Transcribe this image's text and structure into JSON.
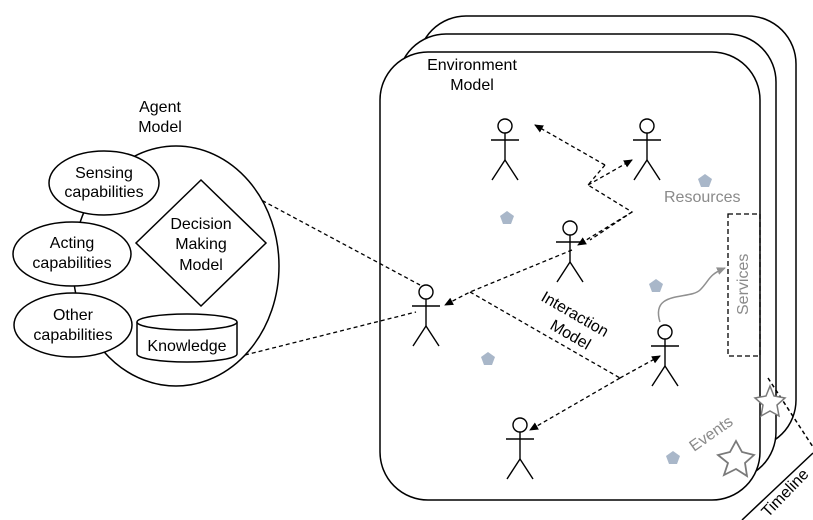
{
  "agent_model": {
    "title_line1": "Agent",
    "title_line2": "Model",
    "sensing_line1": "Sensing",
    "sensing_line2": "capabilities",
    "acting_line1": "Acting",
    "acting_line2": "capabilities",
    "other_line1": "Other",
    "other_line2": "capabilities",
    "decision_line1": "Decision",
    "decision_line2": "Making",
    "decision_line3": "Model",
    "knowledge": "Knowledge"
  },
  "environment_model": {
    "title_line1": "Environment",
    "title_line2": "Model",
    "resources": "Resources",
    "services": "Services",
    "events": "Events",
    "interaction_line1": "Interaction",
    "interaction_line2": "Model",
    "timeline": "Timeline"
  },
  "colors": {
    "stroke": "#000000",
    "resource_pentagon": "#a9b7c9",
    "gray_label": "#8a8a8a",
    "event_star": "#9a9a9a"
  }
}
